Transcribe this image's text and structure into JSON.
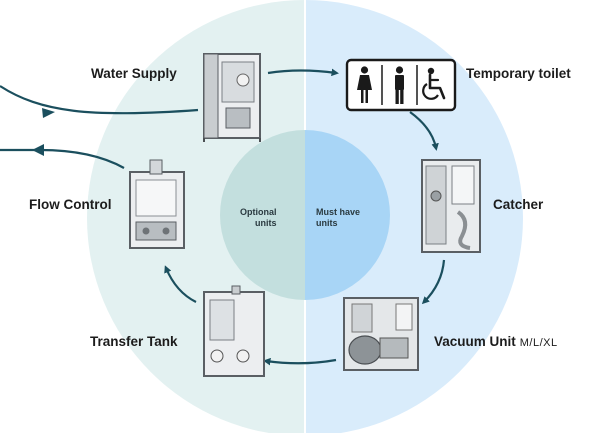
{
  "colors": {
    "left_outer": "#e3f1f1",
    "right_outer": "#d9ecfb",
    "left_inner": "#c3dfde",
    "right_inner": "#a8d5f6",
    "arrow": "#1b4f5e",
    "unit_frame": "#5a5f64",
    "unit_body": "#e9ecee"
  },
  "center": {
    "optional_label": "Optional\nunits",
    "musthave_label": "Must have\nunits"
  },
  "nodes": {
    "water_supply": {
      "label": "Water Supply"
    },
    "temporary_toilet": {
      "label": "Temporary toilet"
    },
    "catcher": {
      "label": "Catcher"
    },
    "vacuum_unit": {
      "label": "Vacuum Unit",
      "sizes": "M/L/XL"
    },
    "transfer_tank": {
      "label": "Transfer Tank"
    },
    "flow_control": {
      "label": "Flow Control"
    }
  },
  "toilet_sign": {
    "icons": [
      "woman-icon",
      "man-icon",
      "wheelchair-icon"
    ]
  }
}
